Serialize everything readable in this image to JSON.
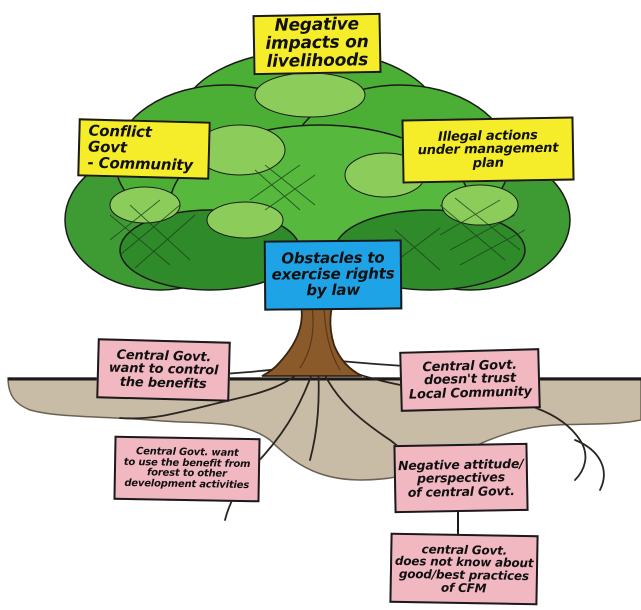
{
  "effects": {
    "top": "Negative\nimpacts on\nlivelihoods",
    "left": "Conflict\nGovt\n- Community",
    "right": "Illegal actions\nunder management\nplan"
  },
  "core_problem": "Obstacles to\nexercise rights\nby law",
  "causes": {
    "control_benefits": "Central Govt.\nwant to control\nthe benefits",
    "no_trust": "Central Govt.\ndoesn't trust\nLocal Community",
    "use_benefit": "Central Govt. want\nto use the benefit from\nforest to other\ndevelopment activities",
    "negative_attitude": "Negative attitude/\nperspectives\nof central Govt.",
    "no_knowledge": "central Govt.\ndoes not know about\ngood/best practices\nof CFM"
  },
  "colors": {
    "effect_note": "#f5ec2a",
    "core_note": "#1ea3e6",
    "cause_note": "#f2b8c2",
    "foliage_dark": "#2f8a2a",
    "foliage_mid": "#4caf35",
    "foliage_light": "#8ccc5a",
    "trunk": "#8b5a2b",
    "soil": "#c9bca6"
  }
}
